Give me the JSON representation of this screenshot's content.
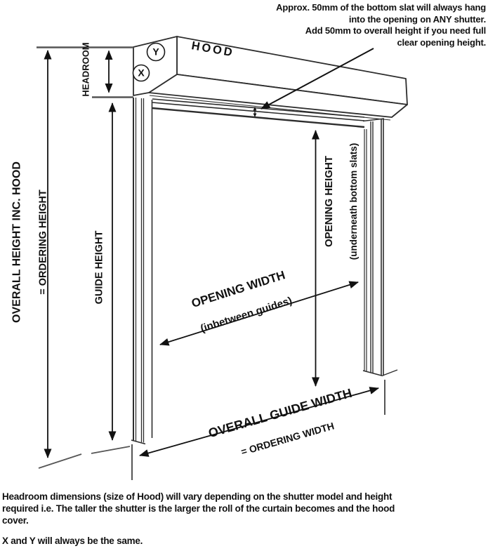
{
  "note": {
    "text": "Approx. 50mm of the bottom slat will always hang\ninto the opening on ANY shutter.\nAdd 50mm to overall height if you need full\nclear opening height."
  },
  "diagram": {
    "hood_label": "HOOD",
    "marker_y": "Y",
    "marker_x": "X",
    "overall_height": {
      "line1": "OVERALL HEIGHT INC. HOOD",
      "line2": "= ORDERING HEIGHT"
    },
    "headroom": "HEADROOM",
    "guide_height": "GUIDE HEIGHT",
    "opening_height": {
      "line1": "OPENING HEIGHT",
      "line2": "(underneath bottom slats)"
    },
    "opening_width": {
      "line1": "OPENING WIDTH",
      "line2": "(inbetween guides)"
    },
    "overall_guide_width": {
      "line1": "OVERALL GUIDE WIDTH",
      "line2": "= ORDERING WIDTH"
    }
  },
  "footer": {
    "paragraph1": "Headroom dimensions (size of Hood) will vary depending on the shutter model and height\nrequired i.e. The taller the shutter is the larger the roll of the curtain becomes and the hood\ncover.",
    "paragraph2": "X and Y will always be the same."
  },
  "colors": {
    "ink": "#111111",
    "line": "#2d2d2d",
    "tick": "#555555",
    "background": "#ffffff"
  }
}
